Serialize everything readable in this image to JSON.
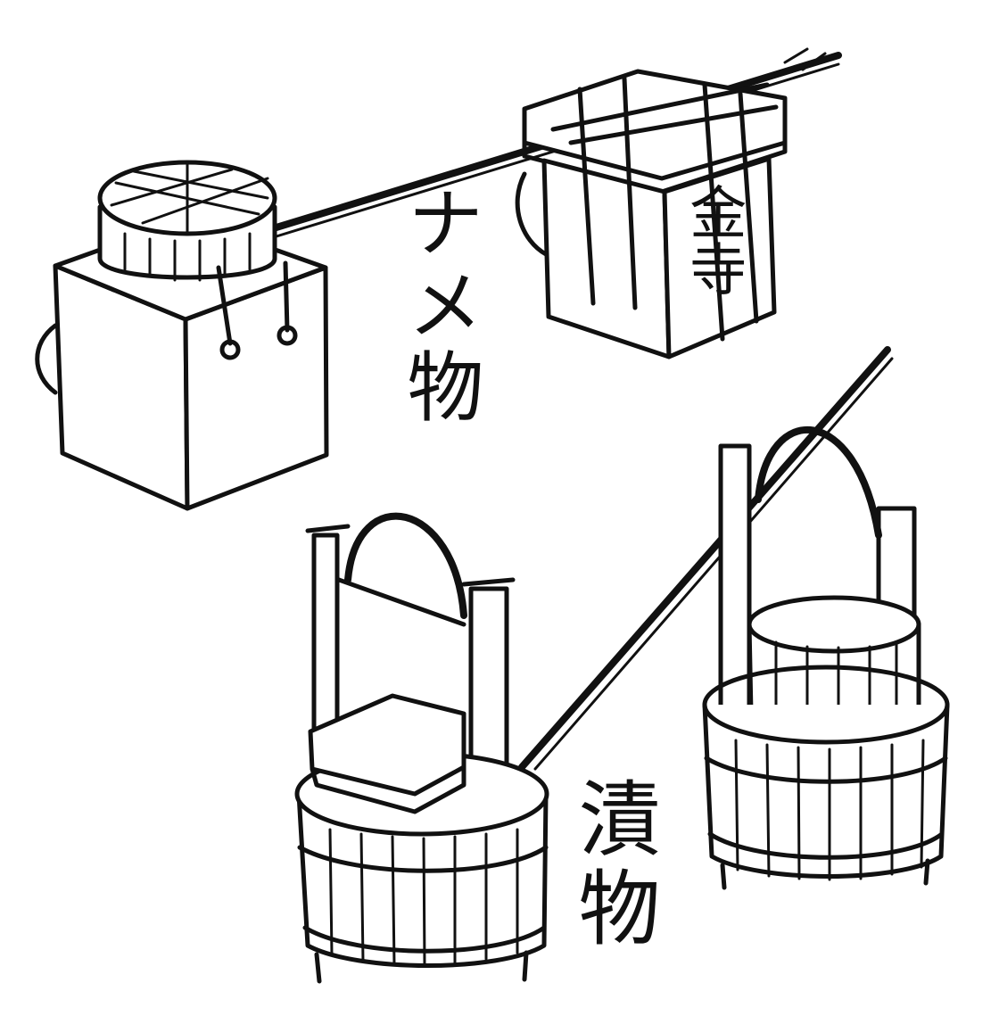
{
  "labels": {
    "top": "ナメ物",
    "bottom": "漬物",
    "box_mark": "金寺"
  },
  "colors": {
    "ink": "#111111",
    "paper": "#ffffff"
  },
  "icons": {
    "left_item": "lidded-square-tub-icon",
    "right_item": "tied-box-icon",
    "carry_pole_top": "carrying-pole-icon",
    "left_bucket": "pickle-bucket-icon",
    "right_bucket": "nested-bucket-icon",
    "carry_pole_bottom": "carrying-pole-icon"
  }
}
